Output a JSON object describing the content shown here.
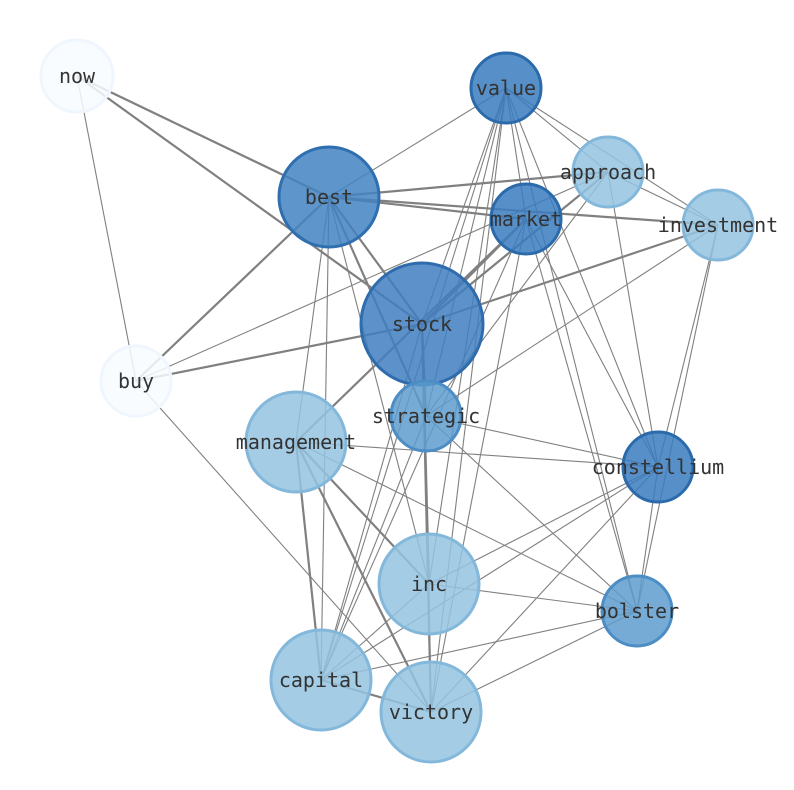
{
  "graph": {
    "nodes": [
      {
        "id": "now",
        "label": "now",
        "fill": "#f7fbff",
        "stroke": "#f0f6fd",
        "opacity": 0.85
      },
      {
        "id": "value",
        "label": "value",
        "fill": "#3a7bbf",
        "stroke": "#2b6aab",
        "opacity": 0.85
      },
      {
        "id": "approach",
        "label": "approach",
        "fill": "#94c3e0",
        "stroke": "#84b8db",
        "opacity": 0.85
      },
      {
        "id": "best",
        "label": "best",
        "fill": "#4282c1",
        "stroke": "#2f6fb0",
        "opacity": 0.85
      },
      {
        "id": "market",
        "label": "market",
        "fill": "#3a7bbf",
        "stroke": "#2b6aab",
        "opacity": 0.85
      },
      {
        "id": "investment",
        "label": "investment",
        "fill": "#94c3e0",
        "stroke": "#84b8db",
        "opacity": 0.85
      },
      {
        "id": "stock",
        "label": "stock",
        "fill": "#3f7fc0",
        "stroke": "#2e6cad",
        "opacity": 0.85
      },
      {
        "id": "buy",
        "label": "buy",
        "fill": "#f7fbff",
        "stroke": "#f0f6fd",
        "opacity": 0.85
      },
      {
        "id": "strategic",
        "label": "strategic",
        "fill": "#5d9ccd",
        "stroke": "#4b8dc4",
        "opacity": 0.85
      },
      {
        "id": "management",
        "label": "management",
        "fill": "#94c3e0",
        "stroke": "#84b8db",
        "opacity": 0.85
      },
      {
        "id": "constellium",
        "label": "constellium",
        "fill": "#3a7bbf",
        "stroke": "#2b6aab",
        "opacity": 0.85
      },
      {
        "id": "inc",
        "label": "inc",
        "fill": "#94c3e0",
        "stroke": "#84b8db",
        "opacity": 0.85
      },
      {
        "id": "bolster",
        "label": "bolster",
        "fill": "#5d9ccd",
        "stroke": "#4b8dc4",
        "opacity": 0.85
      },
      {
        "id": "capital",
        "label": "capital",
        "fill": "#94c3e0",
        "stroke": "#84b8db",
        "opacity": 0.85
      },
      {
        "id": "victory",
        "label": "victory",
        "fill": "#94c3e0",
        "stroke": "#84b8db",
        "opacity": 0.85
      }
    ],
    "edges": [
      {
        "source": "now",
        "target": "best",
        "weight": 2
      },
      {
        "source": "now",
        "target": "stock",
        "weight": 2
      },
      {
        "source": "now",
        "target": "buy",
        "weight": 1
      },
      {
        "source": "value",
        "target": "best",
        "weight": 1
      },
      {
        "source": "value",
        "target": "approach",
        "weight": 1
      },
      {
        "source": "value",
        "target": "investment",
        "weight": 1
      },
      {
        "source": "value",
        "target": "stock",
        "weight": 1
      },
      {
        "source": "value",
        "target": "strategic",
        "weight": 1
      },
      {
        "source": "value",
        "target": "constellium",
        "weight": 1
      },
      {
        "source": "value",
        "target": "bolster",
        "weight": 1
      },
      {
        "source": "value",
        "target": "inc",
        "weight": 1
      },
      {
        "source": "value",
        "target": "capital",
        "weight": 1
      },
      {
        "source": "value",
        "target": "victory",
        "weight": 1
      },
      {
        "source": "value",
        "target": "market",
        "weight": 1
      },
      {
        "source": "approach",
        "target": "best",
        "weight": 2
      },
      {
        "source": "approach",
        "target": "stock",
        "weight": 2
      },
      {
        "source": "approach",
        "target": "strategic",
        "weight": 1
      },
      {
        "source": "approach",
        "target": "constellium",
        "weight": 1
      },
      {
        "source": "approach",
        "target": "buy",
        "weight": 1
      },
      {
        "source": "approach",
        "target": "investment",
        "weight": 1
      },
      {
        "source": "best",
        "target": "market",
        "weight": 2
      },
      {
        "source": "best",
        "target": "investment",
        "weight": 2
      },
      {
        "source": "best",
        "target": "stock",
        "weight": 2
      },
      {
        "source": "best",
        "target": "buy",
        "weight": 2
      },
      {
        "source": "best",
        "target": "strategic",
        "weight": 2
      },
      {
        "source": "best",
        "target": "management",
        "weight": 1
      },
      {
        "source": "best",
        "target": "inc",
        "weight": 1
      },
      {
        "source": "best",
        "target": "capital",
        "weight": 1
      },
      {
        "source": "market",
        "target": "stock",
        "weight": 2
      },
      {
        "source": "market",
        "target": "management",
        "weight": 2
      },
      {
        "source": "market",
        "target": "constellium",
        "weight": 1
      },
      {
        "source": "market",
        "target": "bolster",
        "weight": 1
      },
      {
        "source": "market",
        "target": "victory",
        "weight": 1
      },
      {
        "source": "market",
        "target": "capital",
        "weight": 1
      },
      {
        "source": "investment",
        "target": "stock",
        "weight": 2
      },
      {
        "source": "investment",
        "target": "constellium",
        "weight": 1
      },
      {
        "source": "investment",
        "target": "bolster",
        "weight": 1
      },
      {
        "source": "investment",
        "target": "strategic",
        "weight": 1
      },
      {
        "source": "stock",
        "target": "buy",
        "weight": 2
      },
      {
        "source": "stock",
        "target": "strategic",
        "weight": 2
      },
      {
        "source": "stock",
        "target": "inc",
        "weight": 2
      },
      {
        "source": "stock",
        "target": "victory",
        "weight": 2
      },
      {
        "source": "stock",
        "target": "capital",
        "weight": 1
      },
      {
        "source": "strategic",
        "target": "constellium",
        "weight": 1
      },
      {
        "source": "strategic",
        "target": "bolster",
        "weight": 1
      },
      {
        "source": "strategic",
        "target": "capital",
        "weight": 1
      },
      {
        "source": "management",
        "target": "constellium",
        "weight": 1
      },
      {
        "source": "management",
        "target": "inc",
        "weight": 2
      },
      {
        "source": "management",
        "target": "bolster",
        "weight": 1
      },
      {
        "source": "management",
        "target": "capital",
        "weight": 2
      },
      {
        "source": "management",
        "target": "victory",
        "weight": 2
      },
      {
        "source": "constellium",
        "target": "inc",
        "weight": 1
      },
      {
        "source": "constellium",
        "target": "capital",
        "weight": 1
      },
      {
        "source": "constellium",
        "target": "victory",
        "weight": 1
      },
      {
        "source": "constellium",
        "target": "bolster",
        "weight": 1
      },
      {
        "source": "inc",
        "target": "bolster",
        "weight": 1
      },
      {
        "source": "inc",
        "target": "victory",
        "weight": 1
      },
      {
        "source": "inc",
        "target": "capital",
        "weight": 1
      },
      {
        "source": "bolster",
        "target": "capital",
        "weight": 1
      },
      {
        "source": "bolster",
        "target": "victory",
        "weight": 1
      },
      {
        "source": "capital",
        "target": "victory",
        "weight": 2
      },
      {
        "source": "buy",
        "target": "victory",
        "weight": 1
      }
    ]
  }
}
